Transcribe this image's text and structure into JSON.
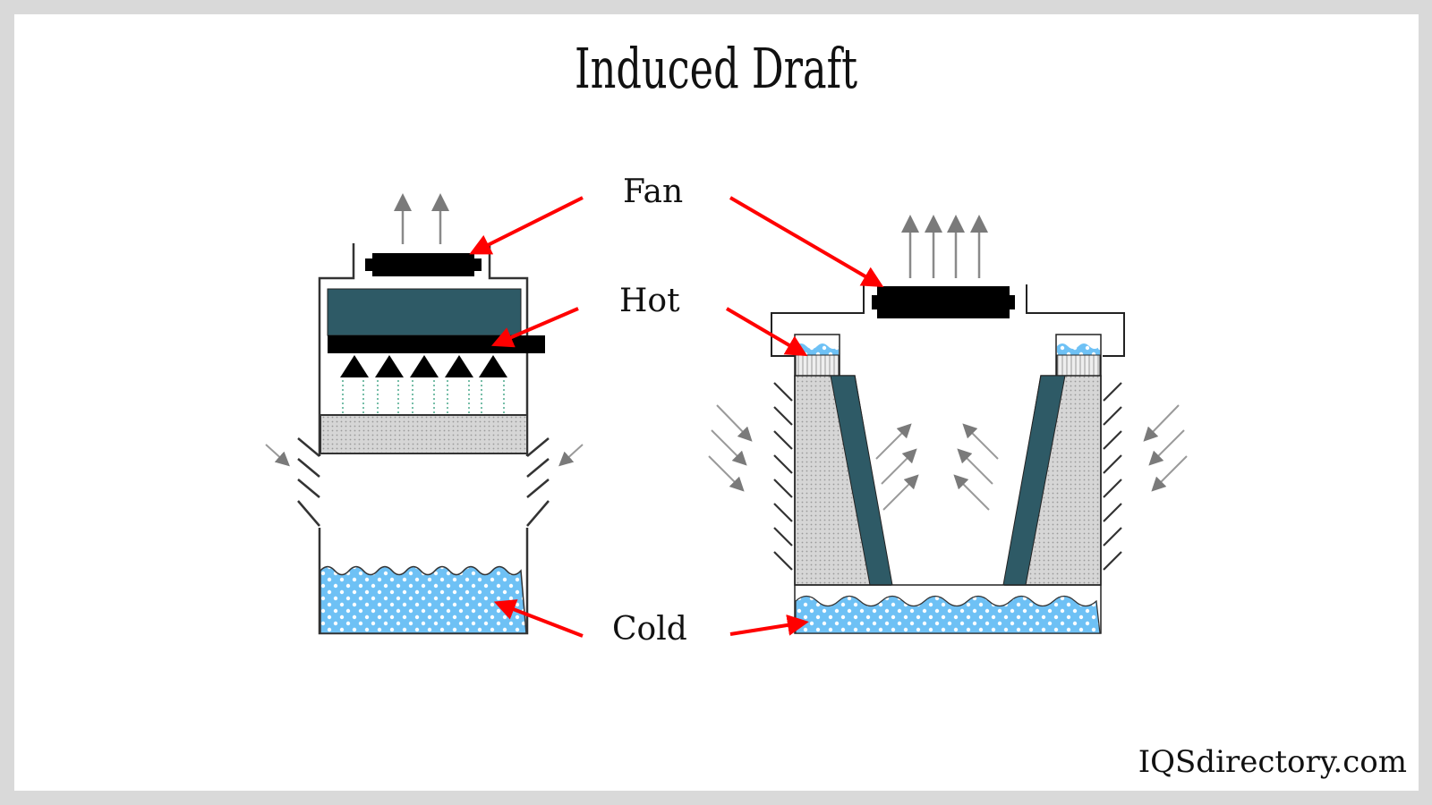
{
  "title": "Induced Draft",
  "labels": {
    "fan": "Fan",
    "hot": "Hot",
    "cold": "Cold"
  },
  "watermark": "IQSdirectory.com",
  "colors": {
    "frame": "#d9d9d9",
    "arrow_red": "#ff0000",
    "fill_media": "#2e5a66",
    "water": "#6ec1f5",
    "air_arrow": "#808080",
    "fan": "#000000",
    "packing": "#d4d4d4"
  },
  "diagrams": [
    {
      "name": "counterflow-tower",
      "exhaust_arrows": 2,
      "nozzles": 5
    },
    {
      "name": "crossflow-tower",
      "exhaust_arrows": 4
    }
  ]
}
